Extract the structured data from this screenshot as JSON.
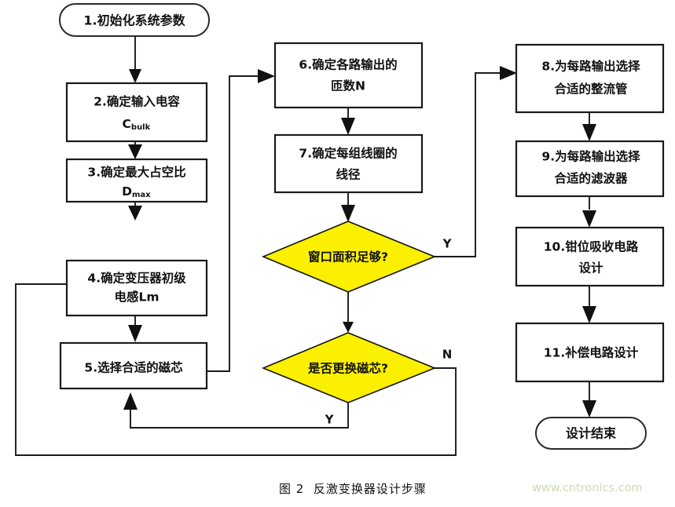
{
  "figure": {
    "caption": "图 2  反激变换器设计步骤",
    "watermark": "www.cntronics.com",
    "colors": {
      "decision_fill": "#fbf000",
      "node_stroke": "#1a1a1a",
      "node_fill": "#ffffff",
      "watermark": "#c9dbb2",
      "background": "#ffffff"
    }
  },
  "nodes": {
    "start": {
      "label": "1.初始化系统参数",
      "type": "terminal"
    },
    "step2": {
      "label": "2.确定输入电容",
      "sub": "C",
      "sub_script": "bulk",
      "type": "process"
    },
    "step3": {
      "label": "3.确定最大占空比",
      "sub": "D",
      "sub_script": "max",
      "type": "process"
    },
    "step4": {
      "label": "4.确定变压器初级",
      "line2": "电感Lm",
      "type": "process"
    },
    "step5": {
      "label": "5.选择合适的磁芯",
      "type": "process"
    },
    "step6": {
      "label": "6.确定各路输出的",
      "line2": "匝数N",
      "type": "process"
    },
    "step7": {
      "label": "7.确定每组线圈的",
      "line2": "线径",
      "type": "process"
    },
    "decision1": {
      "label": "窗口面积足够?",
      "type": "decision"
    },
    "decision2": {
      "label": "是否更换磁芯?",
      "type": "decision"
    },
    "step8": {
      "label": "8.为每路输出选择",
      "line2": "合适的整流管",
      "type": "process"
    },
    "step9": {
      "label": "9.为每路输出选择",
      "line2": "合适的滤波器",
      "type": "process"
    },
    "step10": {
      "label": "10.钳位吸收电路",
      "line2": "设计",
      "type": "process"
    },
    "step11": {
      "label": "11.补偿电路设计",
      "type": "process"
    },
    "end": {
      "label": "设计结束",
      "type": "terminal"
    }
  },
  "edge_labels": {
    "d1_yes": "Y",
    "d2_no": "N",
    "d2_yes": "Y"
  }
}
